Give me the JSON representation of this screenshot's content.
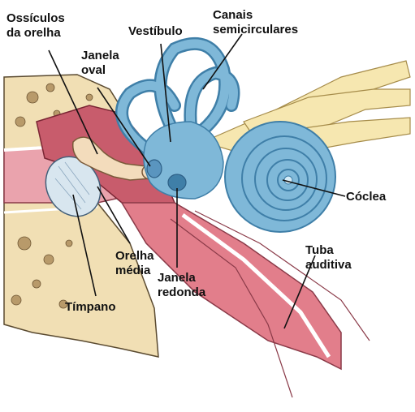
{
  "labels": {
    "ossiculos": [
      "Ossículos",
      "da orelha"
    ],
    "vestibulo": [
      "Vestíbulo"
    ],
    "canais": [
      "Canais",
      "semicirculares"
    ],
    "janela_oval": [
      "Janela",
      "oval"
    ],
    "coclea": [
      "Cóclea"
    ],
    "tuba": [
      "Tuba",
      "auditiva"
    ],
    "orelha_media": [
      "Orelha",
      "média"
    ],
    "janela_redonda": [
      "Janela",
      "redonda"
    ],
    "timpano": [
      "Tímpano"
    ]
  },
  "colors": {
    "bone": "#f1dfb4",
    "bone_spots": "#b89a6a",
    "canal": "#c85c6c",
    "canal_light": "#eaa3ad",
    "labyrinth": "#7fb8d8",
    "labyrinth_dark": "#3f7fa8",
    "nerve": "#f6e7b0",
    "tympanum": "#d8e6ef"
  }
}
